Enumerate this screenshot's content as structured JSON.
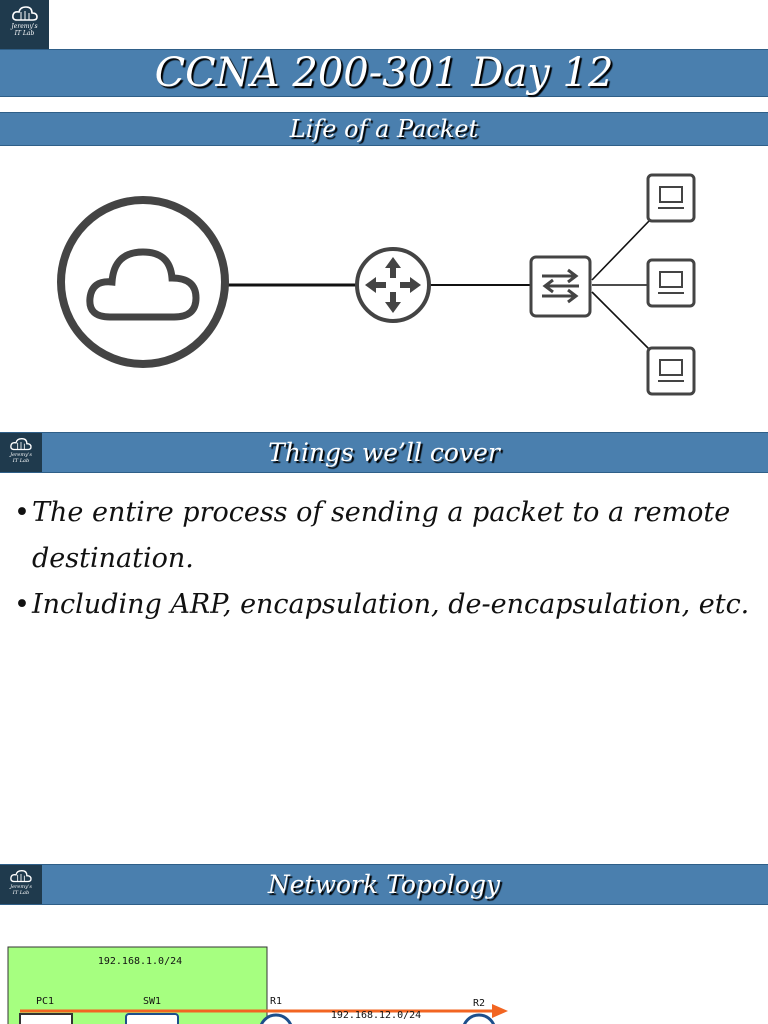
{
  "logo": {
    "line1": "Jeremy's",
    "line2": "IT Lab"
  },
  "title": "CCNA 200-301 Day 12",
  "subtitle": "Life of a Packet",
  "section_cover": {
    "heading": "Things we’ll cover",
    "bullets": [
      " The entire process of sending a packet to a remote destination.",
      "Including ARP, encapsulation, de-encapsulation, etc."
    ]
  },
  "section_topology": {
    "heading": "Network Topology",
    "lan_subnet": "192.168.1.0/24",
    "pc_label": "PC1",
    "switch_label": "SW1",
    "r1_label": "R1",
    "link_subnet": "192.168.12.0/24",
    "r2_label": "R2"
  },
  "colors": {
    "bar": "#4a7fae",
    "logo_bg": "#1f3a4d",
    "lan_box": "#a6ff80",
    "arrow": "#f26522"
  }
}
